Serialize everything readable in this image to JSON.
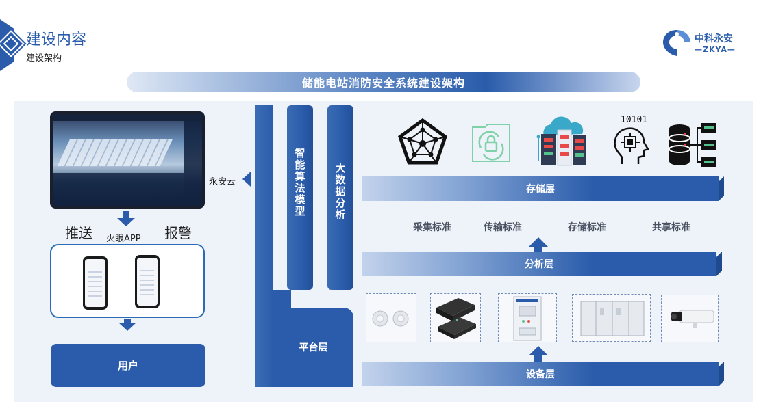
{
  "header": {
    "title": "建设内容",
    "subtitle": "建设架构",
    "logo_name": "中科永安",
    "logo_sub": "—ZKYA—"
  },
  "banner": {
    "title": "储能电站消防安全系统建设架构"
  },
  "left": {
    "push_label": "推送",
    "alarm_label": "报警",
    "app_label": "火眼APP",
    "user_label": "用户",
    "cloud_label": "永安云"
  },
  "platform": {
    "label": "平台层",
    "algo_label": "智能算法模型",
    "bigdata_label": "大数据分析"
  },
  "layers": {
    "storage": "存储层",
    "analysis": "分析层",
    "device": "设备层"
  },
  "standards": [
    "采集标准",
    "传输标准",
    "存储标准",
    "共享标准"
  ],
  "icons": {
    "storage_row": [
      "network-pentagon-icon",
      "lock-sync-icon",
      "cloud-server-icon",
      "ai-brain-icon",
      "database-icon"
    ],
    "brain_text": "10101"
  },
  "colors": {
    "primary": "#2a5cab",
    "panel": "#eef3fa",
    "accent_green": "#57c18d",
    "accent_red": "#e84a4a"
  }
}
